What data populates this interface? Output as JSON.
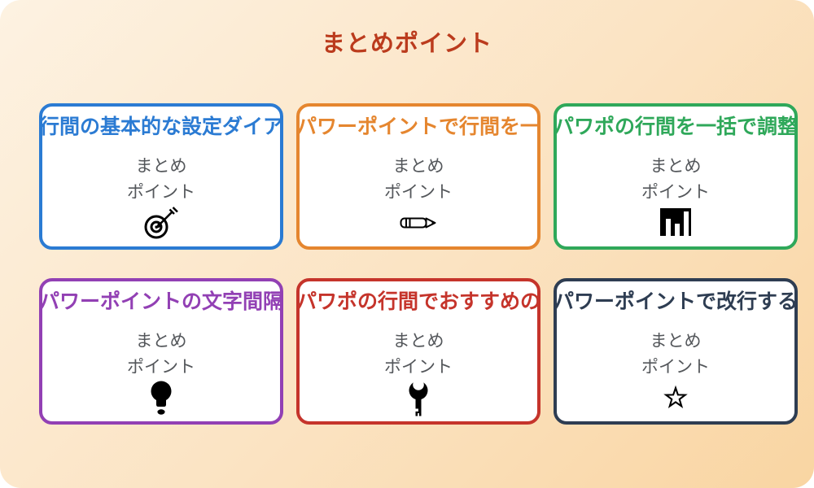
{
  "page": {
    "title": "まとめポイント",
    "title_color": "#bb3b1d",
    "background": {
      "from": "#fdf2e2",
      "mid": "#fbe3c2",
      "to": "#f9d5a2"
    },
    "card_label_color": "#54575b"
  },
  "card_label": {
    "line1": "まとめ",
    "line2": "ポイント"
  },
  "cards": [
    {
      "title": "行間の基本的な設定ダイア",
      "color": "#2b7bd3",
      "icon": "dart-target-icon"
    },
    {
      "title": "パワーポイントで行間を一",
      "color": "#e5862f",
      "icon": "pencil-icon"
    },
    {
      "title": "パワポの行間を一括で調整",
      "color": "#2fa85a",
      "icon": "bar-chart-icon"
    },
    {
      "title": "パワーポイントの文字間隔",
      "color": "#9240b4",
      "icon": "lightbulb-icon"
    },
    {
      "title": "パワポの行間でおすすめの",
      "color": "#c5342b",
      "icon": "key-icon"
    },
    {
      "title": "パワーポイントで改行する",
      "color": "#2e3d52",
      "icon": "star-icon"
    }
  ]
}
